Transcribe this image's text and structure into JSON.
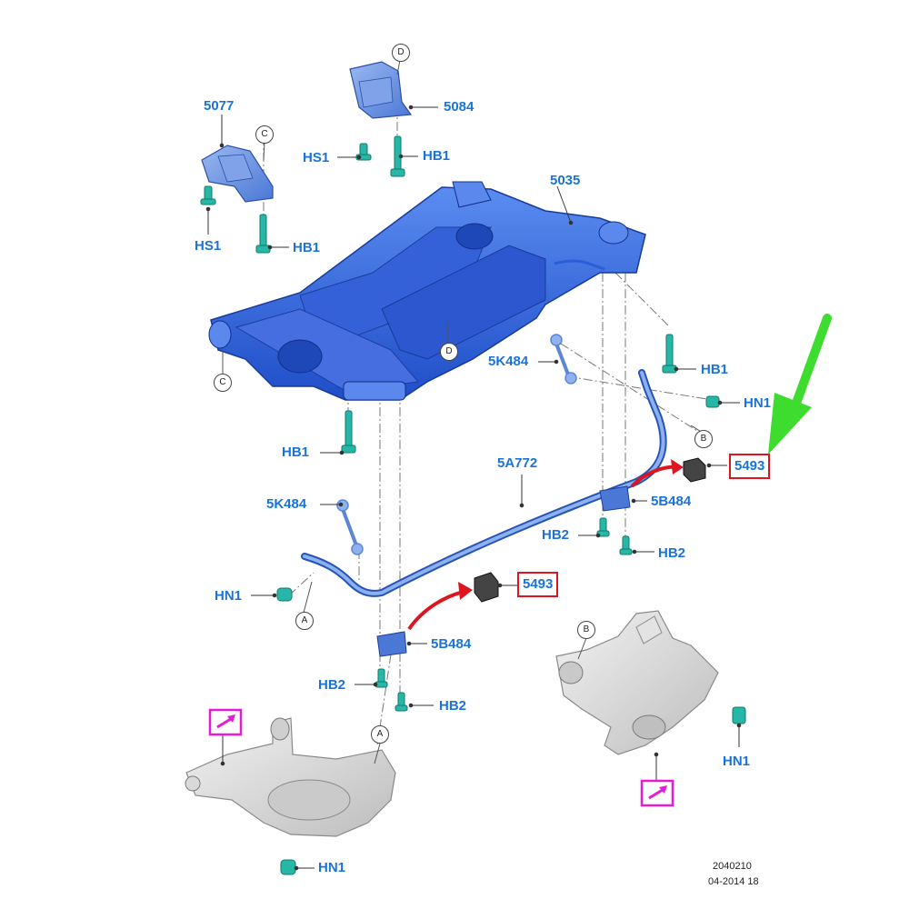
{
  "labels": {
    "l5077": "5077",
    "l5084": "5084",
    "l5035": "5035",
    "hs1_a": "HS1",
    "hb1_a": "HB1",
    "hs1_b": "HS1",
    "hb1_b": "HB1",
    "l5k484_a": "5K484",
    "hb1_c": "HB1",
    "hn1_a": "HN1",
    "hb1_d": "HB1",
    "l5a772": "5A772",
    "l5493_a": "5493",
    "l5k484_b": "5K484",
    "l5b484_a": "5B484",
    "hb2_a": "HB2",
    "hb2_b": "HB2",
    "l5493_b": "5493",
    "hn1_b": "HN1",
    "l5b484_b": "5B484",
    "hb2_c": "HB2",
    "hb2_d": "HB2",
    "hn1_c": "HN1",
    "hn1_d": "HN1"
  },
  "callouts": {
    "c_d_top": "D",
    "c_c_top": "C",
    "c_c_left": "C",
    "c_d_mid": "D",
    "c_b_mid": "B",
    "c_a_left": "A",
    "c_b_knuckle": "B",
    "c_a_knuckle": "A"
  },
  "footer": {
    "code": "2040210",
    "date": "04-2014 18"
  },
  "colors": {
    "part_blue": "#2b5fd9",
    "label_blue": "#1a73d9",
    "fastener_teal": "#27b7a6",
    "highlight_red": "#e0141e",
    "arrow_red": "#e0141e",
    "arrow_green": "#3ddc2e",
    "note_magenta": "#e71ad6",
    "knuckle_gray": "#d8d8d8"
  }
}
